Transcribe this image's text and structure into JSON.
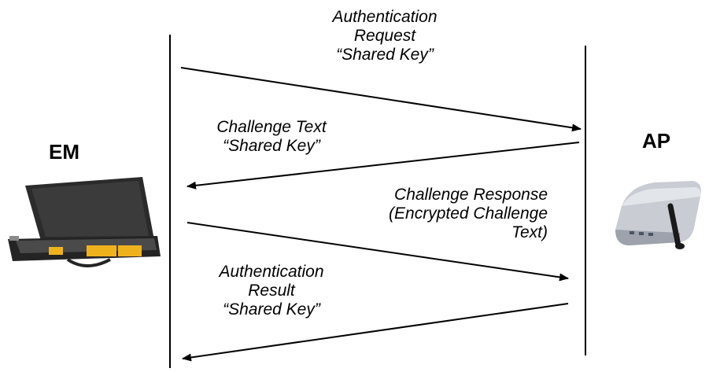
{
  "entities": {
    "left": "EM",
    "right": "AP"
  },
  "messages": [
    {
      "lines": [
        "Authentication",
        "Request",
        "“Shared Key”"
      ],
      "direction": "right"
    },
    {
      "lines": [
        "Challenge Text",
        "“Shared Key”"
      ],
      "direction": "left"
    },
    {
      "lines": [
        "Challenge Response",
        "(Encrypted Challenge",
        "Text)"
      ],
      "direction": "right"
    },
    {
      "lines": [
        "Authentication",
        "Result",
        "“Shared Key”"
      ],
      "direction": "left"
    }
  ],
  "colors": {
    "line": "#000000",
    "laptop_body": "#2b2b2b",
    "laptop_accent": "#f0b21c",
    "router_body": "#c9ccd3",
    "router_antenna": "#1a1a1a"
  }
}
